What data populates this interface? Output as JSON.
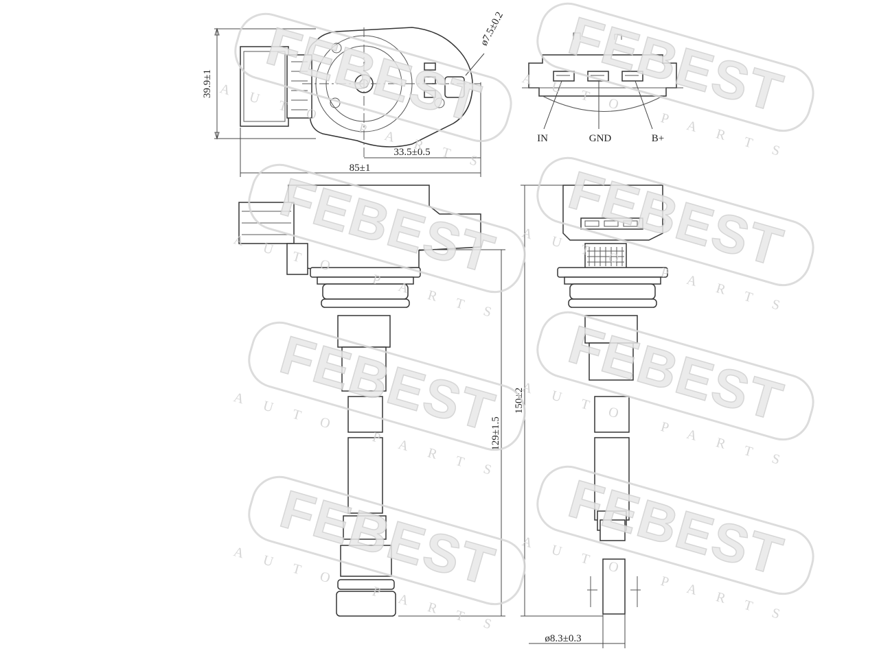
{
  "watermark": {
    "brand": "FEBEST",
    "tagline": "AUTO PARTS"
  },
  "dimensions": {
    "height_top": "39.9±1",
    "terminal_diameter": "ø7.5±0.2",
    "center_offset": "33.5±0.5",
    "total_width": "85±1",
    "boot_length": "129±1.5",
    "total_length": "150±2",
    "tip_diameter": "ø8.3±0.3"
  },
  "pins": {
    "in": "IN",
    "gnd": "GND",
    "bplus": "B+"
  }
}
